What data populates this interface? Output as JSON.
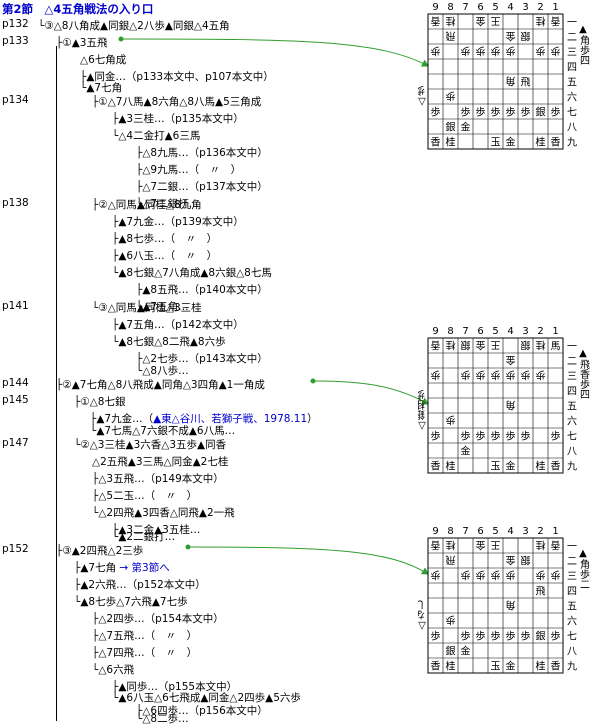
{
  "title": "第2節　△4五角戦法の入り口",
  "page_labels": [
    "p132",
    "p133",
    "p134",
    "p138",
    "p141",
    "p144",
    "p145",
    "p147",
    "p152"
  ],
  "tree_lines": [
    "└③△8八角成▲同銀△2八歩▲同銀△4五角",
    "├①▲3五飛",
    "△6七角成",
    "├▲同金…（p133本文中、p107本文中）",
    "└▲7七角",
    "├①△7八馬▲8六角△8八馬▲5三角成",
    "├▲3三桂…（p135本文中）",
    "└△4二金打▲6三馬",
    "├△8九馬…（p136本文中）",
    "├△9九馬…（　〃　）",
    "├△7二銀…（p137本文中）",
    "└△7二銀打…",
    "├②△同馬▲同桂△8九角",
    "├▲7九金…（p139本文中）",
    "├▲8七歩…（　〃　）",
    "├▲6八玉…（　〃　）",
    "└▲8七銀△7八角成▲8六銀△8七馬",
    "├▲8五飛…（p140本文中）",
    "└▲7五角…",
    "└③△同馬▲同桂△3三桂",
    "├▲7五角…（p142本文中）",
    "└▲8七銀△8二飛▲8六歩",
    "├△2七歩…（p143本文中）",
    "└△8八歩…",
    "├②▲7七角△8八飛成▲同角△3四角▲1一角成",
    "├①△8七銀",
    "├▲7九金…（",
    "▲東△谷川、若獅子戦、1978.11",
    "）",
    "└▲7七馬△7六銀不成▲6八馬…",
    "└②△3三桂▲3六香△3五歩▲同香",
    "△2五飛▲3三馬△同金▲2七桂",
    "├△3五飛…（p149本文中）",
    "├△5二玉…（　〃　）",
    "└△2四飛▲3四香△同飛▲2一飛",
    "├▲3二金▲3五桂…",
    "└▲2二銀打…",
    "├③▲2四飛△2三歩",
    "├▲7七角",
    "→ 第3節へ",
    "├▲2六飛…（p152本文中）",
    "└▲8七歩△7六飛▲7七歩",
    "├△2四歩…（p154本文中）",
    "├△7五飛…（　〃　）",
    "├△7四飛…（　〃　）",
    "└△6六飛",
    "├▲同歩…（p155本文中）",
    "└▲6八玉△6七飛成▲同金△2四歩▲5六歩",
    "├△6四歩…（p156本文中）",
    "└△8二歩…"
  ],
  "board_files": [
    "9",
    "8",
    "7",
    "6",
    "5",
    "4",
    "3",
    "2",
    "1"
  ],
  "board_ranks": [
    "一",
    "二",
    "三",
    "四",
    "五",
    "六",
    "七",
    "八",
    "九"
  ],
  "boards": [
    {
      "gote_hand": "▲角歩四",
      "sente_hand": "△歩",
      "pieces": [
        {
          "c": 0,
          "r": 0,
          "t": "香",
          "g": true
        },
        {
          "c": 1,
          "r": 0,
          "t": "桂",
          "g": true
        },
        {
          "c": 3,
          "r": 0,
          "t": "金",
          "g": true
        },
        {
          "c": 4,
          "r": 0,
          "t": "王",
          "g": true
        },
        {
          "c": 7,
          "r": 0,
          "t": "桂",
          "g": true
        },
        {
          "c": 8,
          "r": 0,
          "t": "香",
          "g": true
        },
        {
          "c": 1,
          "r": 1,
          "t": "飛",
          "g": true
        },
        {
          "c": 5,
          "r": 1,
          "t": "金",
          "g": true
        },
        {
          "c": 6,
          "r": 1,
          "t": "銀",
          "g": true
        },
        {
          "c": 0,
          "r": 2,
          "t": "歩",
          "g": true
        },
        {
          "c": 2,
          "r": 2,
          "t": "歩",
          "g": true
        },
        {
          "c": 3,
          "r": 2,
          "t": "歩",
          "g": true
        },
        {
          "c": 4,
          "r": 2,
          "t": "歩",
          "g": true
        },
        {
          "c": 5,
          "r": 2,
          "t": "歩",
          "g": true
        },
        {
          "c": 7,
          "r": 2,
          "t": "歩",
          "g": true
        },
        {
          "c": 8,
          "r": 2,
          "t": "歩",
          "g": true
        },
        {
          "c": 5,
          "r": 4,
          "t": "角",
          "g": true
        },
        {
          "c": 6,
          "r": 4,
          "t": "飛",
          "g": false
        },
        {
          "c": 1,
          "r": 5,
          "t": "歩",
          "g": true
        },
        {
          "c": 0,
          "r": 6,
          "t": "歩",
          "g": false
        },
        {
          "c": 2,
          "r": 6,
          "t": "歩",
          "g": false
        },
        {
          "c": 3,
          "r": 6,
          "t": "歩",
          "g": false
        },
        {
          "c": 4,
          "r": 6,
          "t": "歩",
          "g": false
        },
        {
          "c": 5,
          "r": 6,
          "t": "歩",
          "g": false
        },
        {
          "c": 6,
          "r": 6,
          "t": "歩",
          "g": false
        },
        {
          "c": 7,
          "r": 6,
          "t": "銀",
          "g": false
        },
        {
          "c": 8,
          "r": 6,
          "t": "歩",
          "g": false
        },
        {
          "c": 1,
          "r": 7,
          "t": "銀",
          "g": false
        },
        {
          "c": 2,
          "r": 7,
          "t": "金",
          "g": false
        },
        {
          "c": 0,
          "r": 8,
          "t": "香",
          "g": false
        },
        {
          "c": 1,
          "r": 8,
          "t": "桂",
          "g": false
        },
        {
          "c": 4,
          "r": 8,
          "t": "玉",
          "g": false
        },
        {
          "c": 5,
          "r": 8,
          "t": "金",
          "g": false
        },
        {
          "c": 7,
          "r": 8,
          "t": "桂",
          "g": false
        },
        {
          "c": 8,
          "r": 8,
          "t": "香",
          "g": false
        }
      ]
    },
    {
      "gote_hand": "▲飛香歩四",
      "sente_hand": "△銀桂歩",
      "pieces": [
        {
          "c": 0,
          "r": 0,
          "t": "香",
          "g": true
        },
        {
          "c": 1,
          "r": 0,
          "t": "桂",
          "g": true
        },
        {
          "c": 2,
          "r": 0,
          "t": "銀",
          "g": true
        },
        {
          "c": 3,
          "r": 0,
          "t": "金",
          "g": true
        },
        {
          "c": 4,
          "r": 0,
          "t": "王",
          "g": true
        },
        {
          "c": 6,
          "r": 0,
          "t": "銀",
          "g": true
        },
        {
          "c": 7,
          "r": 0,
          "t": "桂",
          "g": true
        },
        {
          "c": 8,
          "r": 0,
          "t": "馬",
          "g": false
        },
        {
          "c": 5,
          "r": 1,
          "t": "金",
          "g": true
        },
        {
          "c": 0,
          "r": 2,
          "t": "歩",
          "g": true
        },
        {
          "c": 2,
          "r": 2,
          "t": "歩",
          "g": true
        },
        {
          "c": 3,
          "r": 2,
          "t": "歩",
          "g": true
        },
        {
          "c": 4,
          "r": 2,
          "t": "歩",
          "g": true
        },
        {
          "c": 5,
          "r": 2,
          "t": "歩",
          "g": true
        },
        {
          "c": 6,
          "r": 2,
          "t": "歩",
          "g": true
        },
        {
          "c": 7,
          "r": 2,
          "t": "歩",
          "g": true
        },
        {
          "c": 5,
          "r": 4,
          "t": "角",
          "g": true
        },
        {
          "c": 1,
          "r": 5,
          "t": "歩",
          "g": true
        },
        {
          "c": 0,
          "r": 6,
          "t": "歩",
          "g": false
        },
        {
          "c": 2,
          "r": 6,
          "t": "歩",
          "g": false
        },
        {
          "c": 3,
          "r": 6,
          "t": "歩",
          "g": false
        },
        {
          "c": 4,
          "r": 6,
          "t": "歩",
          "g": false
        },
        {
          "c": 5,
          "r": 6,
          "t": "歩",
          "g": false
        },
        {
          "c": 6,
          "r": 6,
          "t": "歩",
          "g": false
        },
        {
          "c": 8,
          "r": 6,
          "t": "歩",
          "g": false
        },
        {
          "c": 2,
          "r": 7,
          "t": "金",
          "g": false
        },
        {
          "c": 0,
          "r": 8,
          "t": "香",
          "g": false
        },
        {
          "c": 1,
          "r": 8,
          "t": "桂",
          "g": false
        },
        {
          "c": 4,
          "r": 8,
          "t": "玉",
          "g": false
        },
        {
          "c": 5,
          "r": 8,
          "t": "金",
          "g": false
        },
        {
          "c": 7,
          "r": 8,
          "t": "桂",
          "g": false
        },
        {
          "c": 8,
          "r": 8,
          "t": "香",
          "g": false
        }
      ]
    },
    {
      "gote_hand": "▲角歩二",
      "sente_hand": "△なし",
      "pieces": [
        {
          "c": 0,
          "r": 0,
          "t": "香",
          "g": true
        },
        {
          "c": 1,
          "r": 0,
          "t": "桂",
          "g": true
        },
        {
          "c": 3,
          "r": 0,
          "t": "金",
          "g": true
        },
        {
          "c": 4,
          "r": 0,
          "t": "王",
          "g": true
        },
        {
          "c": 7,
          "r": 0,
          "t": "桂",
          "g": true
        },
        {
          "c": 8,
          "r": 0,
          "t": "香",
          "g": true
        },
        {
          "c": 1,
          "r": 1,
          "t": "飛",
          "g": true
        },
        {
          "c": 5,
          "r": 1,
          "t": "金",
          "g": true
        },
        {
          "c": 6,
          "r": 1,
          "t": "銀",
          "g": true
        },
        {
          "c": 0,
          "r": 2,
          "t": "歩",
          "g": true
        },
        {
          "c": 2,
          "r": 2,
          "t": "歩",
          "g": true
        },
        {
          "c": 3,
          "r": 2,
          "t": "歩",
          "g": true
        },
        {
          "c": 4,
          "r": 2,
          "t": "歩",
          "g": true
        },
        {
          "c": 5,
          "r": 2,
          "t": "歩",
          "g": true
        },
        {
          "c": 7,
          "r": 2,
          "t": "歩",
          "g": true
        },
        {
          "c": 8,
          "r": 2,
          "t": "歩",
          "g": true
        },
        {
          "c": 7,
          "r": 3,
          "t": "飛",
          "g": false
        },
        {
          "c": 5,
          "r": 4,
          "t": "角",
          "g": true
        },
        {
          "c": 1,
          "r": 5,
          "t": "歩",
          "g": true
        },
        {
          "c": 0,
          "r": 6,
          "t": "歩",
          "g": false
        },
        {
          "c": 2,
          "r": 6,
          "t": "歩",
          "g": false
        },
        {
          "c": 3,
          "r": 6,
          "t": "歩",
          "g": false
        },
        {
          "c": 4,
          "r": 6,
          "t": "歩",
          "g": false
        },
        {
          "c": 5,
          "r": 6,
          "t": "歩",
          "g": false
        },
        {
          "c": 6,
          "r": 6,
          "t": "歩",
          "g": false
        },
        {
          "c": 7,
          "r": 6,
          "t": "銀",
          "g": false
        },
        {
          "c": 8,
          "r": 6,
          "t": "歩",
          "g": false
        },
        {
          "c": 1,
          "r": 7,
          "t": "銀",
          "g": false
        },
        {
          "c": 2,
          "r": 7,
          "t": "金",
          "g": false
        },
        {
          "c": 0,
          "r": 8,
          "t": "香",
          "g": false
        },
        {
          "c": 1,
          "r": 8,
          "t": "桂",
          "g": false
        },
        {
          "c": 4,
          "r": 8,
          "t": "玉",
          "g": false
        },
        {
          "c": 5,
          "r": 8,
          "t": "金",
          "g": false
        },
        {
          "c": 7,
          "r": 8,
          "t": "桂",
          "g": false
        },
        {
          "c": 8,
          "r": 8,
          "t": "香",
          "g": false
        }
      ]
    }
  ],
  "colors": {
    "title": "#0000cc",
    "link": "#0000cc",
    "arrow": "#2e9e2e"
  }
}
